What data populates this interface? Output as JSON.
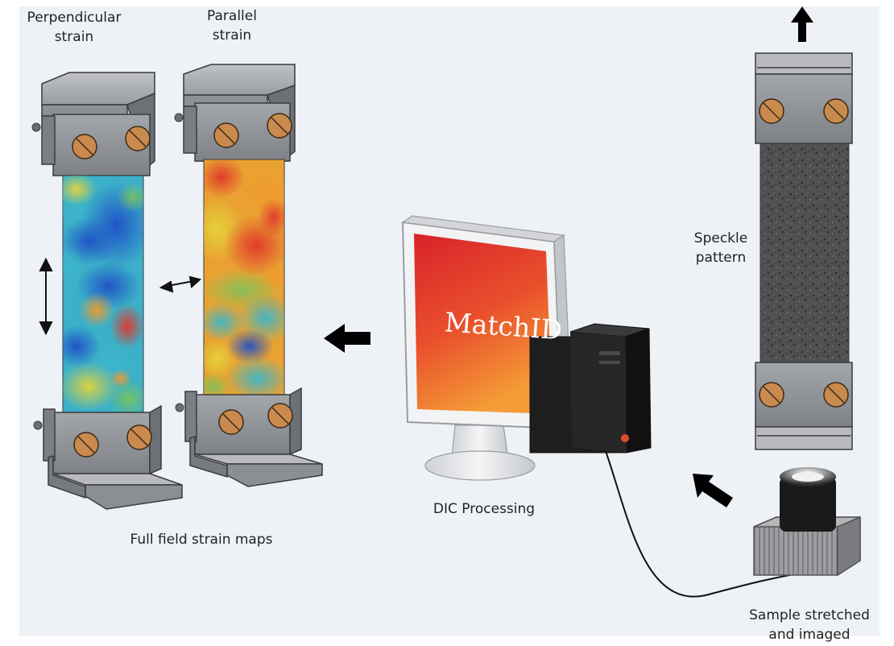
{
  "labels": {
    "perpendicular": [
      "Perpendicular",
      "strain"
    ],
    "parallel": [
      "Parallel",
      "strain"
    ],
    "speckle": [
      "Speckle",
      "pattern"
    ],
    "full_field": "Full field strain maps",
    "dic": "DIC Processing",
    "sample": [
      "Sample stretched",
      "and imaged"
    ]
  },
  "monitor_brand": "MatchID",
  "colors": {
    "background": "#eef2f6",
    "frame": "#ffffff",
    "grip_gray": "#8f9296",
    "screw_brass": "#c98a4e",
    "speckle_dark": "#4a4a4a",
    "screen_red": "#e4322b",
    "screen_orange": "#f07a2a",
    "tower_black": "#1e1e1e",
    "strain_blue": "#2a6fd6",
    "strain_red": "#e2402a"
  },
  "icons": [
    "double-arrow-vertical-icon",
    "double-arrow-horizontal-icon",
    "arrow-up-icon",
    "arrow-left-icon",
    "arrow-diagonal-icon"
  ]
}
